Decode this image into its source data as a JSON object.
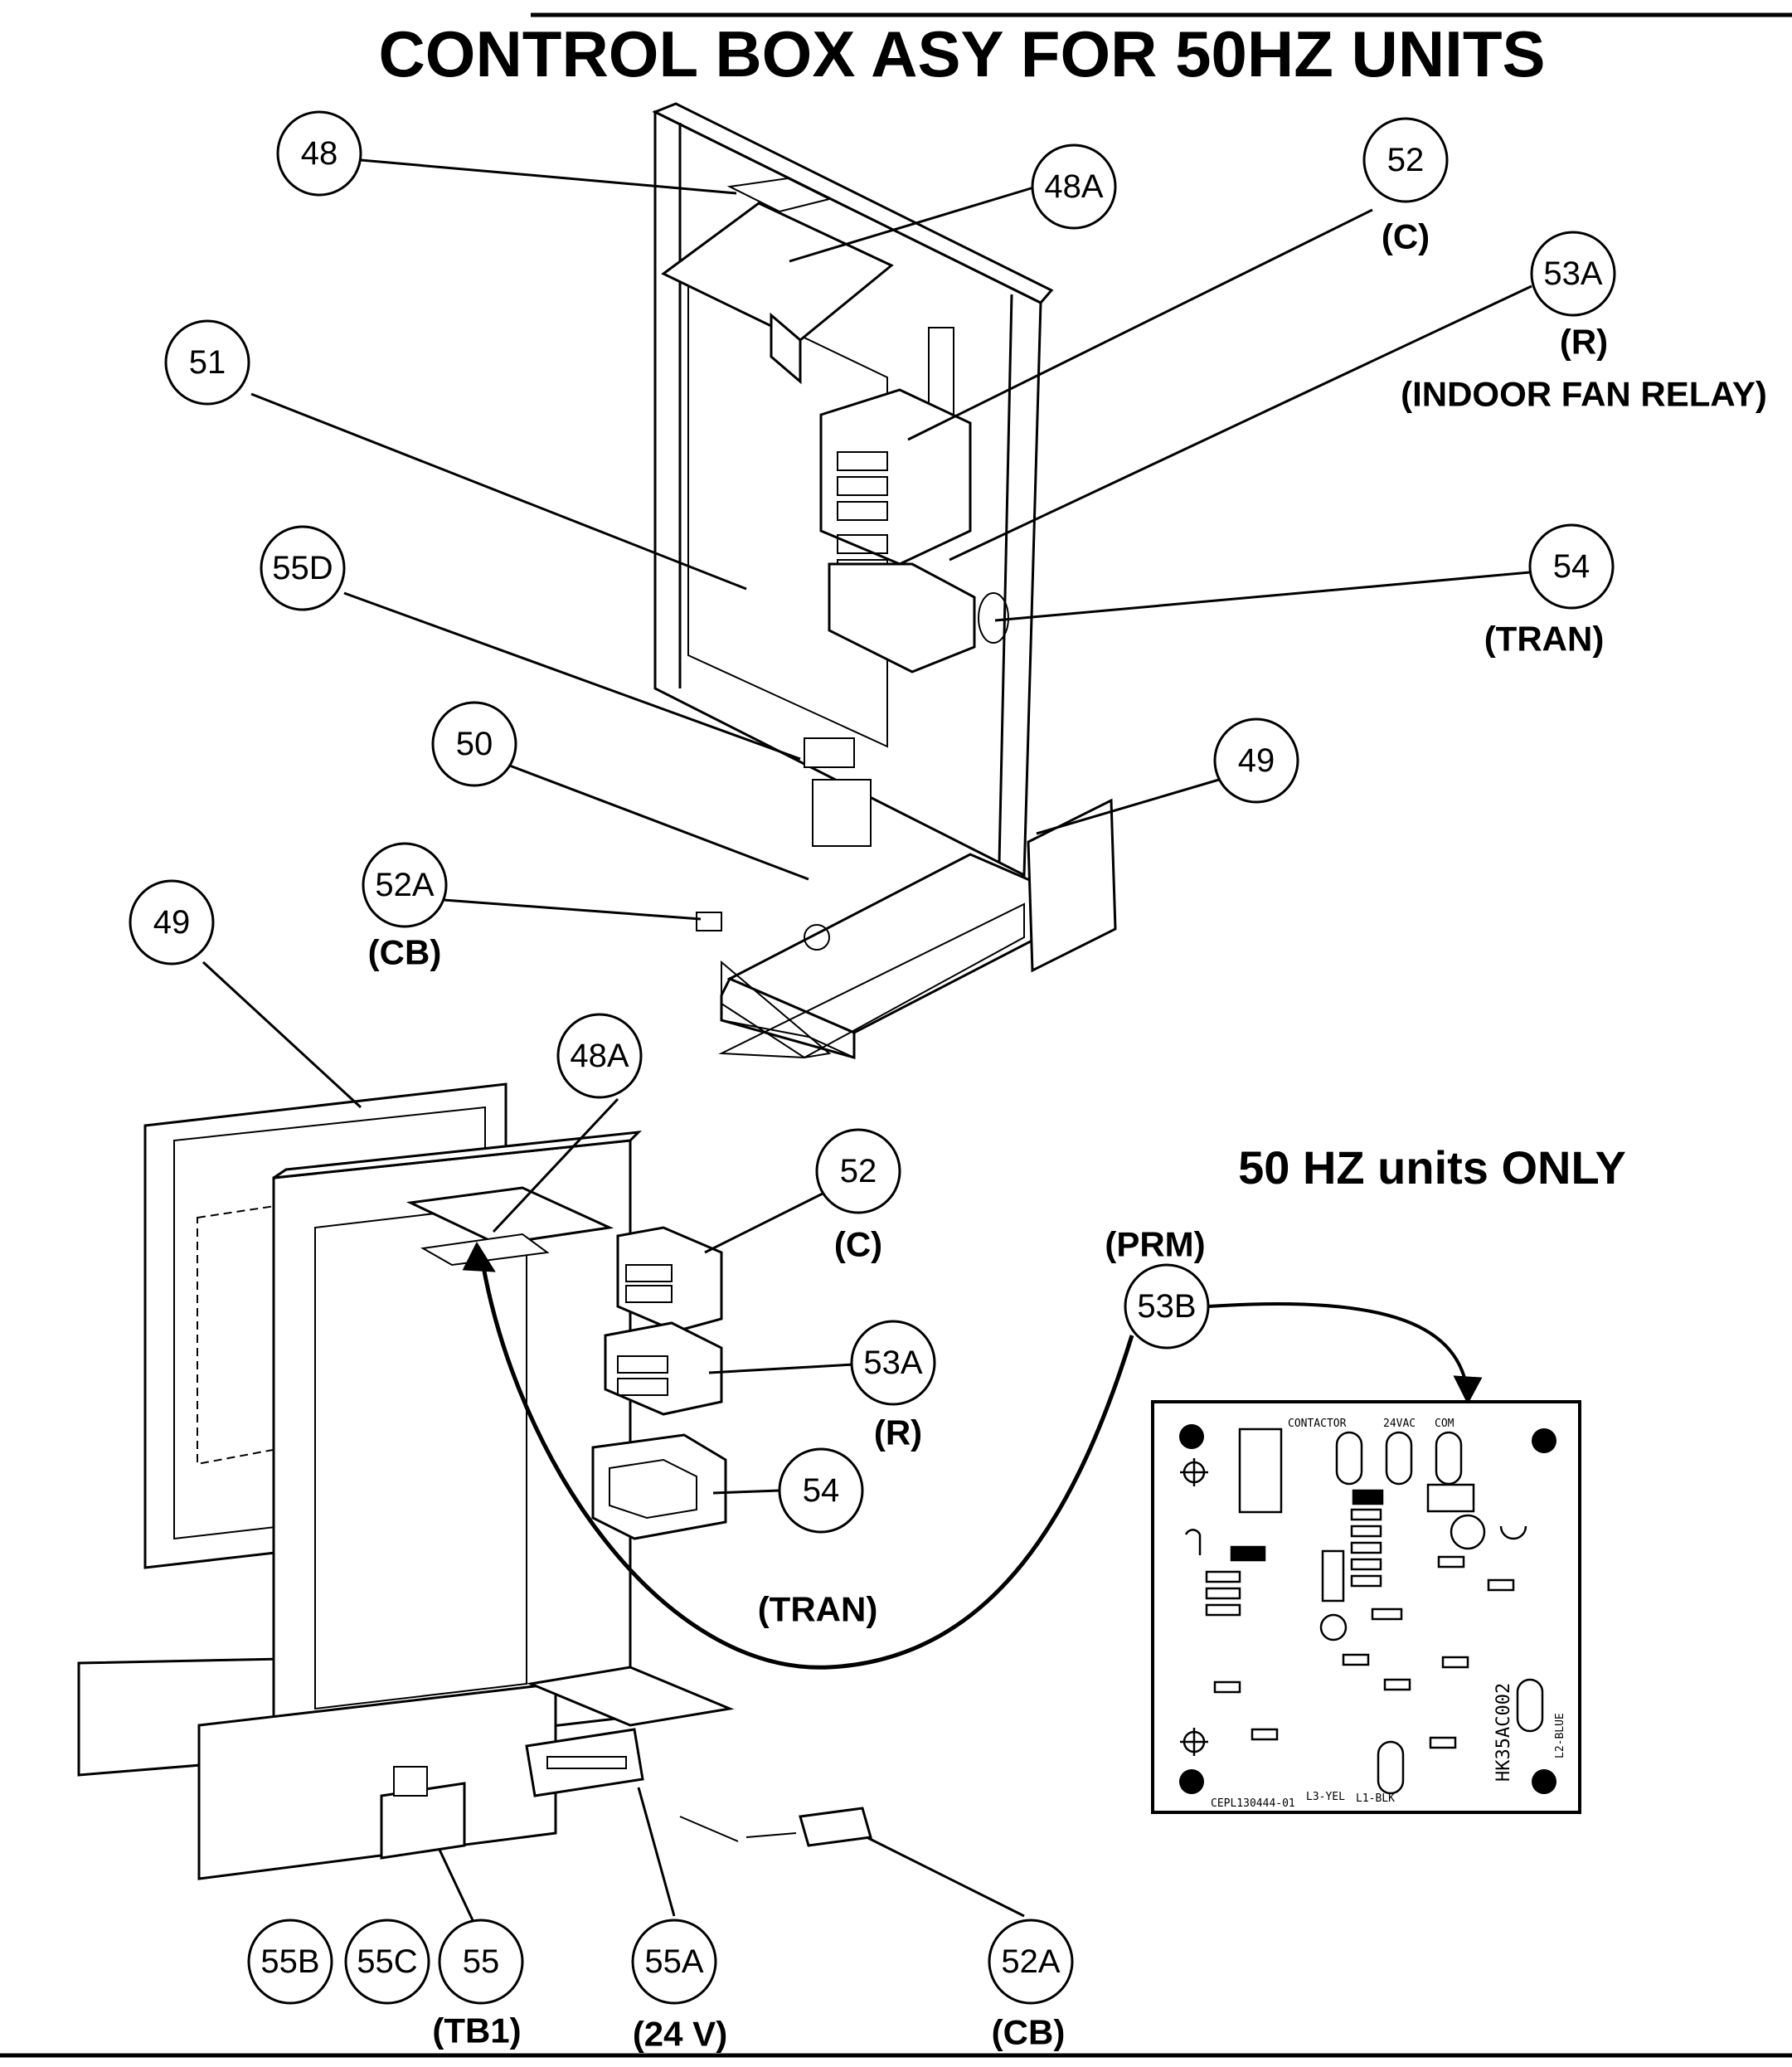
{
  "title": "CONTROL BOX ASY FOR 50HZ UNITS",
  "subtitle": "50 HZ units ONLY",
  "callouts": [
    {
      "id": "48",
      "label": ""
    },
    {
      "id": "48A",
      "label": ""
    },
    {
      "id": "52",
      "label": "(C)"
    },
    {
      "id": "53A",
      "label": "(R)"
    },
    {
      "id": "53A_extra",
      "label": "(INDOOR FAN RELAY)"
    },
    {
      "id": "51",
      "label": ""
    },
    {
      "id": "55D",
      "label": ""
    },
    {
      "id": "54",
      "label": "(TRAN)"
    },
    {
      "id": "50",
      "label": ""
    },
    {
      "id": "49",
      "label": ""
    },
    {
      "id": "52A",
      "label": "(CB)"
    },
    {
      "id": "49",
      "label": ""
    },
    {
      "id": "48A",
      "label": ""
    },
    {
      "id": "52",
      "label": "(C)"
    },
    {
      "id": "53B",
      "label": "(PRM)"
    },
    {
      "id": "53A",
      "label": "(R)"
    },
    {
      "id": "54",
      "label": "(TRAN)"
    },
    {
      "id": "55B",
      "label": ""
    },
    {
      "id": "55C",
      "label": ""
    },
    {
      "id": "55",
      "label": "(TB1)"
    },
    {
      "id": "55A",
      "label": "(24 V)"
    },
    {
      "id": "52A",
      "label": "(CB)"
    }
  ],
  "board": {
    "labels": [
      "CONTACTOR",
      "24VAC",
      "COM",
      "HK35AC002",
      "L2-BLUE",
      "L3-YEL",
      "L1-BLK",
      "CEPL130444-01"
    ]
  }
}
